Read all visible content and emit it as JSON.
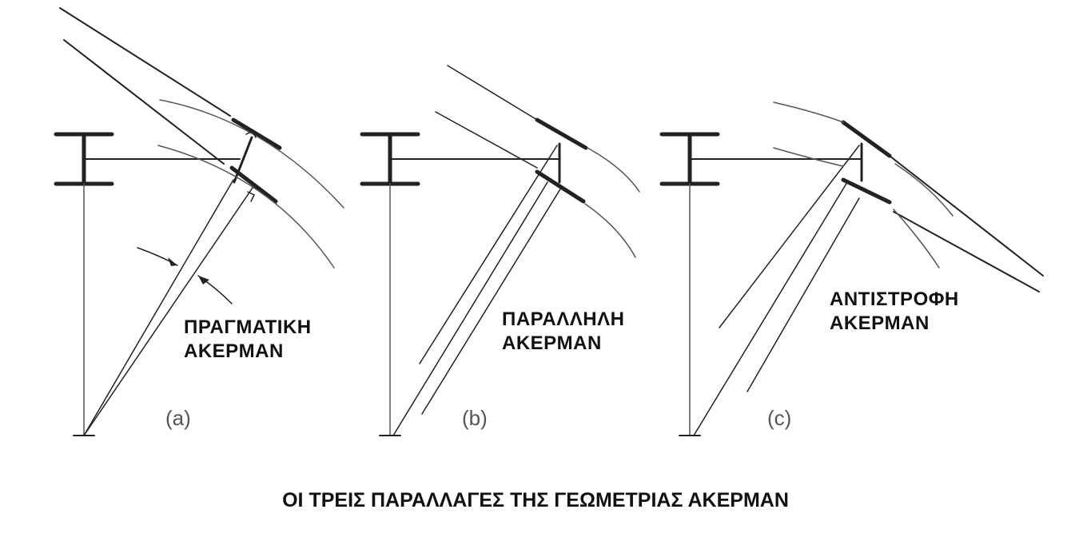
{
  "panels": [
    {
      "id": "a",
      "caption": "(a)",
      "label_line1": "ΠΡΑΓΜΑΤΙΚΗ",
      "label_line2": "ΑΚΕΡΜΑΝ"
    },
    {
      "id": "b",
      "caption": "(b)",
      "label_line1": "ΠΑΡΑΛΛΗΛΗ",
      "label_line2": "ΑΚΕΡΜΑΝ"
    },
    {
      "id": "c",
      "caption": "(c)",
      "label_line1": "ΑΝΤΙΣΤΡΟΦΗ",
      "label_line2": "ΑΚΕΡΜΑΝ"
    }
  ],
  "title": "ΟΙ ΤΡΕΙΣ ΠΑΡΑΛΛΑΓΕΣ ΤΗΣ ΓΕΩΜΕΤΡΙΑΣ ΑΚΕΡΜΑΝ",
  "colors": {
    "ink": "#222222",
    "construction": "#555555",
    "text": "#111111"
  }
}
